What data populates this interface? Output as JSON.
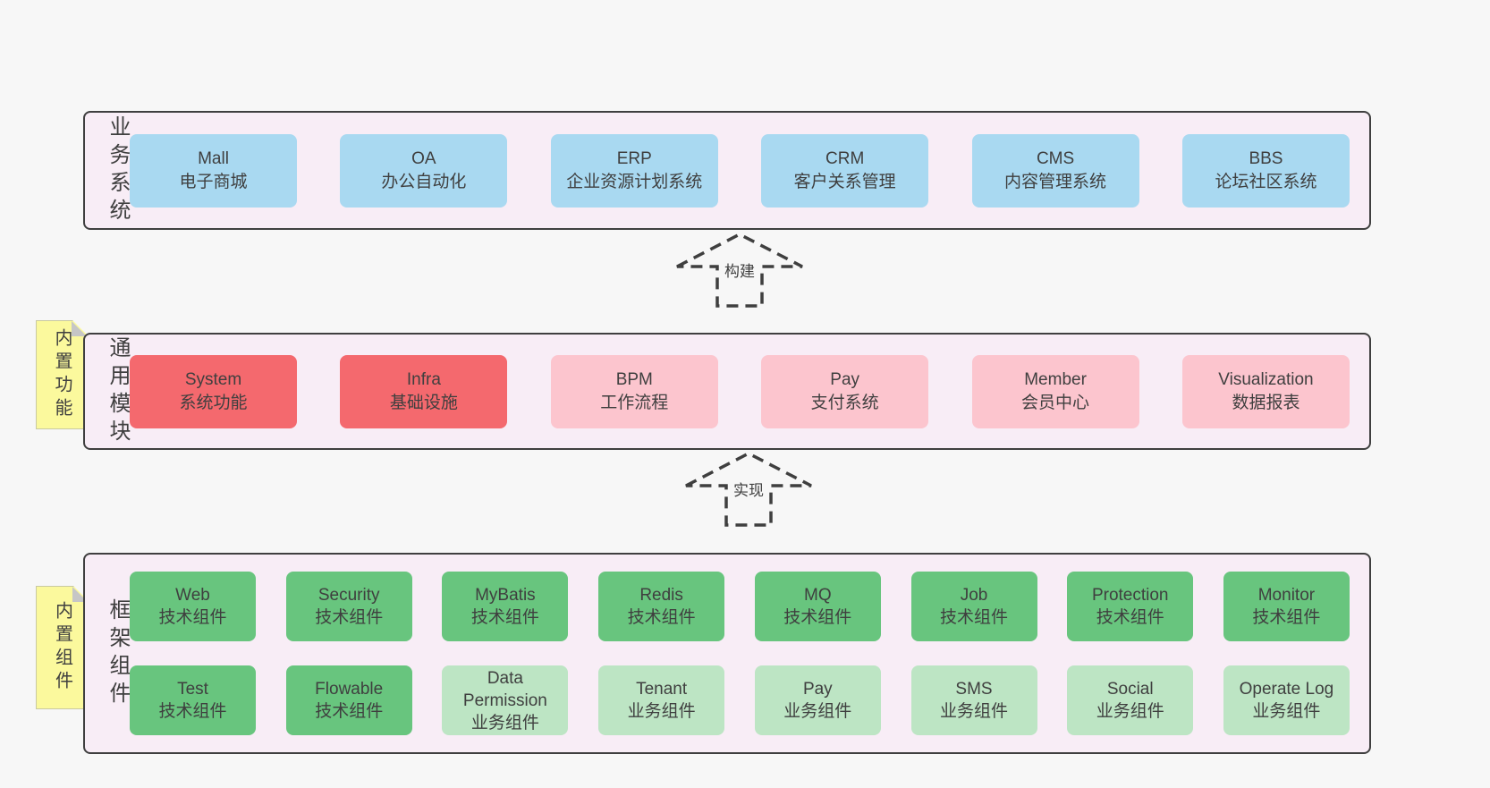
{
  "palette": {
    "page_bg": "#f7f7f7",
    "panel_bg": "#f8edf6",
    "panel_border": "#3f3f3f",
    "business_box": "#a9d9f1",
    "core_module_box": "#f4696e",
    "optional_module_box": "#fcc5ce",
    "tech_component_box": "#68c57e",
    "biz_component_box": "#bde5c4",
    "sticky_tag": "#fbf99d",
    "text": "#3f3f3f"
  },
  "layers": [
    {
      "id": "business-systems",
      "side_label": "业务系统",
      "boxes": [
        {
          "title": "Mall",
          "subtitle": "电子商城",
          "type": "blue"
        },
        {
          "title": "OA",
          "subtitle": "办公自动化",
          "type": "blue"
        },
        {
          "title": "ERP",
          "subtitle": "企业资源计划系统",
          "type": "blue"
        },
        {
          "title": "CRM",
          "subtitle": "客户关系管理",
          "type": "blue"
        },
        {
          "title": "CMS",
          "subtitle": "内容管理系统",
          "type": "blue"
        },
        {
          "title": "BBS",
          "subtitle": "论坛社区系统",
          "type": "blue"
        }
      ]
    },
    {
      "id": "common-modules",
      "side_label": "通用模块",
      "tag": "内置功能",
      "boxes": [
        {
          "title": "System",
          "subtitle": "系统功能",
          "type": "red"
        },
        {
          "title": "Infra",
          "subtitle": "基础设施",
          "type": "red"
        },
        {
          "title": "BPM",
          "subtitle": "工作流程",
          "type": "pink"
        },
        {
          "title": "Pay",
          "subtitle": "支付系统",
          "type": "pink"
        },
        {
          "title": "Member",
          "subtitle": "会员中心",
          "type": "pink"
        },
        {
          "title": "Visualization",
          "subtitle": "数据报表",
          "type": "pink"
        }
      ]
    },
    {
      "id": "framework-components",
      "side_label": "框架组件",
      "tag": "内置组件",
      "rows": [
        [
          {
            "title": "Web",
            "subtitle": "技术组件",
            "type": "green"
          },
          {
            "title": "Security",
            "subtitle": "技术组件",
            "type": "green"
          },
          {
            "title": "MyBatis",
            "subtitle": "技术组件",
            "type": "green"
          },
          {
            "title": "Redis",
            "subtitle": "技术组件",
            "type": "green"
          },
          {
            "title": "MQ",
            "subtitle": "技术组件",
            "type": "green"
          },
          {
            "title": "Job",
            "subtitle": "技术组件",
            "type": "green"
          },
          {
            "title": "Protection",
            "subtitle": "技术组件",
            "type": "green"
          },
          {
            "title": "Monitor",
            "subtitle": "技术组件",
            "type": "green"
          }
        ],
        [
          {
            "title": "Test",
            "subtitle": "技术组件",
            "type": "green"
          },
          {
            "title": "Flowable",
            "subtitle": "技术组件",
            "type": "green"
          },
          {
            "title": "Data Permission",
            "subtitle": "业务组件",
            "type": "green-light"
          },
          {
            "title": "Tenant",
            "subtitle": "业务组件",
            "type": "green-light"
          },
          {
            "title": "Pay",
            "subtitle": "业务组件",
            "type": "green-light"
          },
          {
            "title": "SMS",
            "subtitle": "业务组件",
            "type": "green-light"
          },
          {
            "title": "Social",
            "subtitle": "业务组件",
            "type": "green-light"
          },
          {
            "title": "Operate Log",
            "subtitle": "业务组件",
            "type": "green-light"
          }
        ]
      ]
    }
  ],
  "arrows": [
    {
      "label": "构建"
    },
    {
      "label": "实现"
    }
  ]
}
